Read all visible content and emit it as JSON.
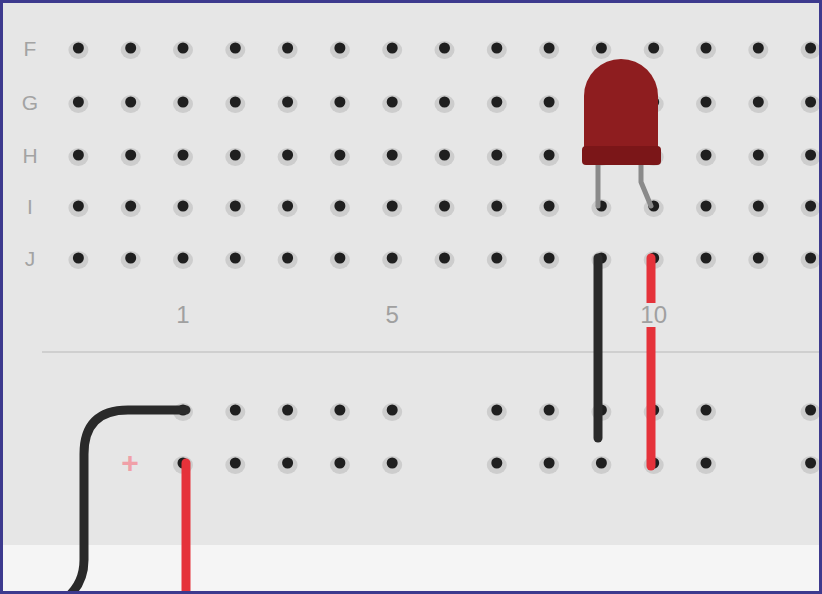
{
  "diagram": {
    "labels": [
      "F",
      "G",
      "H",
      "I",
      "J",
      "1",
      "5",
      "10",
      "+"
    ]
  }
}
